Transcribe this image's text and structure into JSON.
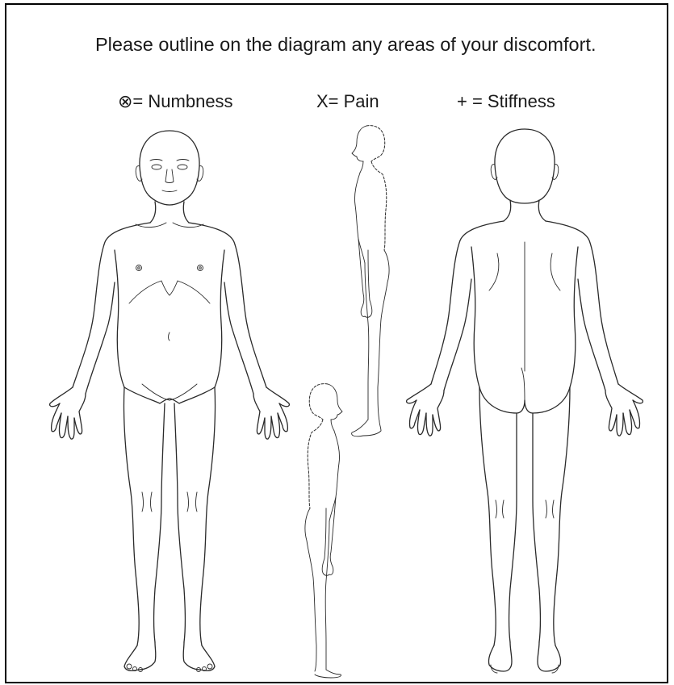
{
  "form": {
    "instruction": "Please outline on the diagram any areas of your discomfort.",
    "legend": [
      {
        "symbol": "⊗",
        "text": "⊗= Numbness"
      },
      {
        "symbol": "X",
        "text": "X= Pain"
      },
      {
        "symbol": "+",
        "text": "+ = Stiffness"
      }
    ]
  },
  "figures": {
    "front": {
      "icon": "body-front-view"
    },
    "side_right": {
      "icon": "body-side-view-right"
    },
    "side_left": {
      "icon": "body-side-view-left"
    },
    "back": {
      "icon": "body-back-view"
    }
  },
  "colors": {
    "line": "#2a2a2a",
    "border": "#000000",
    "background": "#ffffff"
  }
}
